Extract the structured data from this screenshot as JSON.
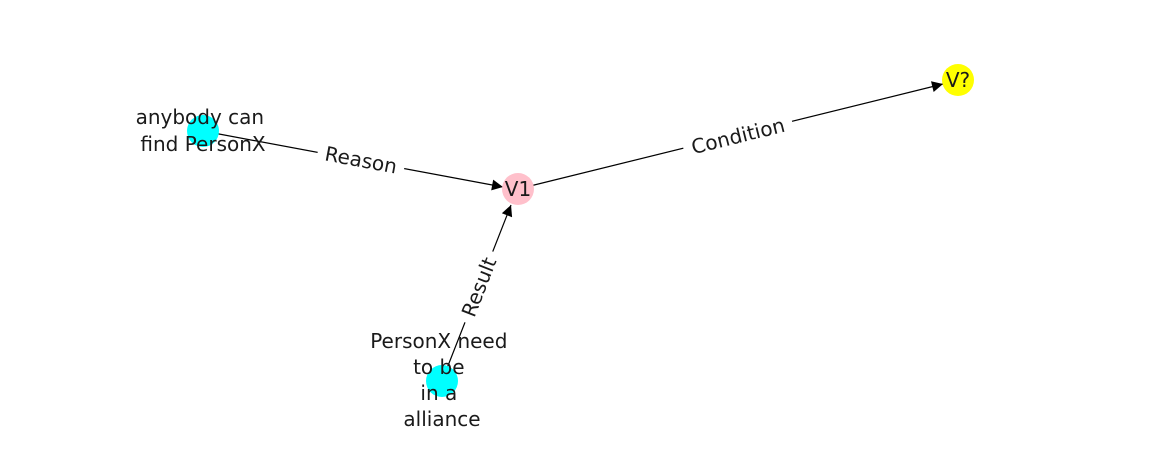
{
  "graph": {
    "nodes": [
      {
        "id": "n_reason",
        "label_lines": [
          "anybody can",
          "find PersonX"
        ],
        "color": "#00ffff"
      },
      {
        "id": "n_v1",
        "label_lines": [
          "V1"
        ],
        "color": "#ffc0cb"
      },
      {
        "id": "n_result",
        "label_lines": [
          "PersonX need",
          "to be",
          "in a",
          "alliance"
        ],
        "color": "#00ffff"
      },
      {
        "id": "n_vq",
        "label_lines": [
          "V?"
        ],
        "color": "#ffff00"
      }
    ],
    "edges": [
      {
        "id": "e_reason",
        "from": "n_reason",
        "to": "n_v1",
        "label": "Reason"
      },
      {
        "id": "e_result",
        "from": "n_result",
        "to": "n_v1",
        "label": "Result"
      },
      {
        "id": "e_condition",
        "from": "n_v1",
        "to": "n_vq",
        "label": "Condition"
      }
    ],
    "edge_color": "#000000",
    "label_color": "#1a1a1a"
  }
}
